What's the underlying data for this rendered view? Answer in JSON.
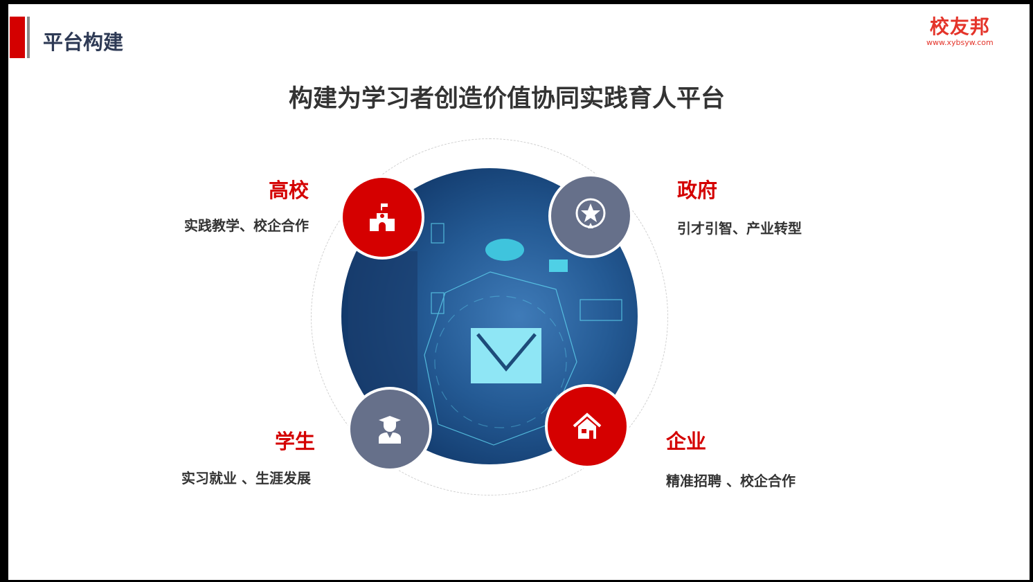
{
  "header": {
    "title": "平台构建"
  },
  "logo": {
    "name": "校友邦",
    "url": "www.xybsyw.com"
  },
  "main": {
    "title": "构建为学习者创造价值协同实践育人平台",
    "nodes": [
      {
        "label": "高校",
        "desc": "实践教学、校企合作",
        "icon": "school-icon"
      },
      {
        "label": "政府",
        "desc": "引才引智、产业转型",
        "icon": "star-badge-icon"
      },
      {
        "label": "学生",
        "desc": "实习就业 、生涯发展",
        "icon": "graduate-icon"
      },
      {
        "label": "企业",
        "desc": "精准招聘 、校企合作",
        "icon": "house-icon"
      }
    ]
  },
  "colors": {
    "accent": "#d40000",
    "gray": "#66708a",
    "title": "#2e3a55"
  }
}
